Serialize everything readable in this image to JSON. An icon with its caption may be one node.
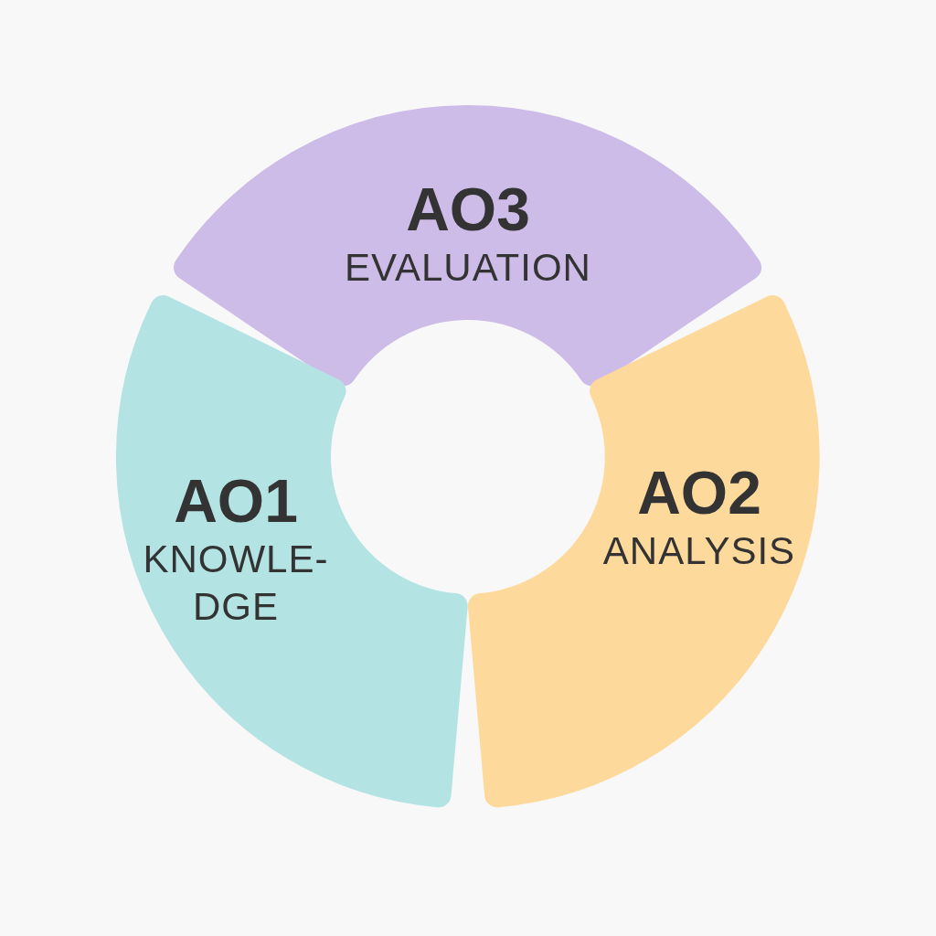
{
  "diagram": {
    "nodes": [
      {
        "text": [
          "AO3",
          "EVALUATION"
        ]
      },
      {
        "text": [
          "AO1",
          "KNOWLE- DGE"
        ]
      },
      {
        "text": [
          "AO2",
          "ANALYSIS"
        ]
      }
    ]
  }
}
